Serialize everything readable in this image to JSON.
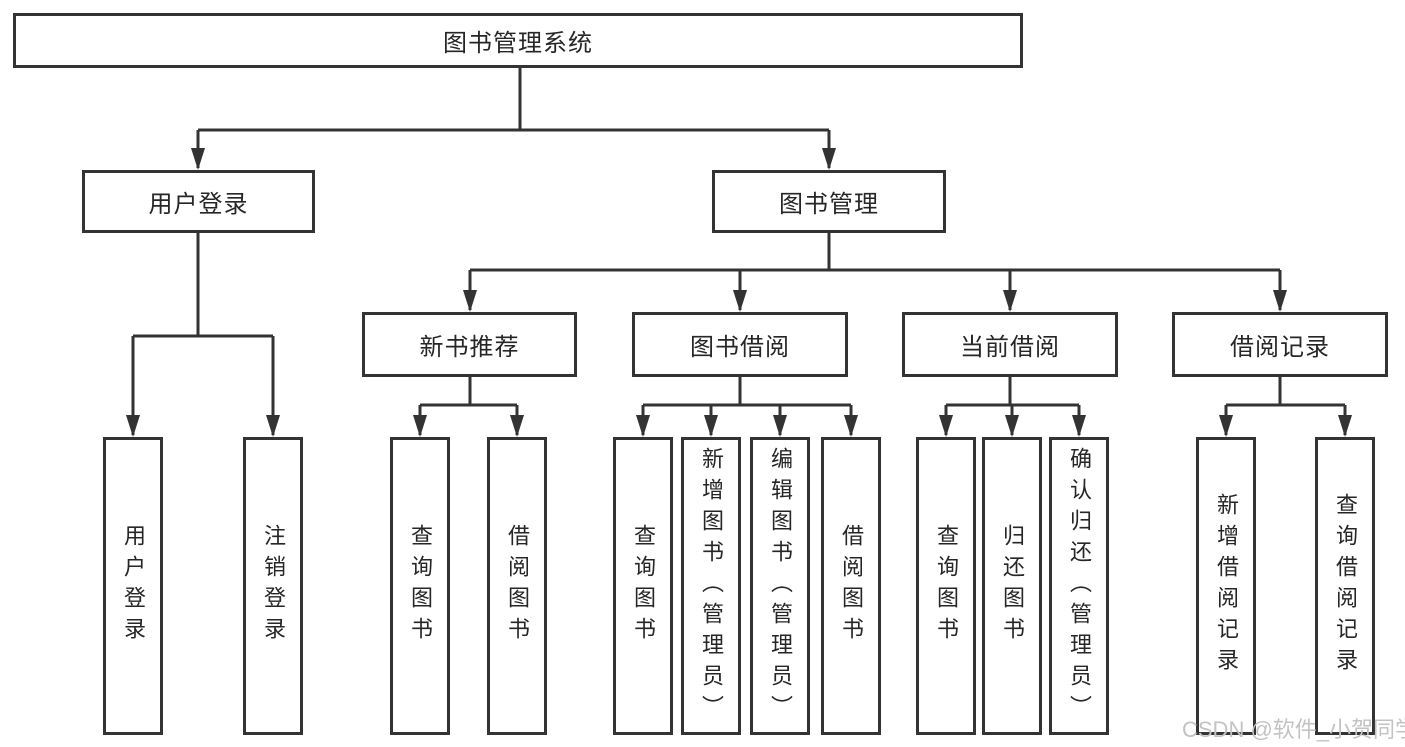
{
  "tree": {
    "root": "图书管理系统",
    "level2": [
      {
        "label": "用户登录"
      },
      {
        "label": "图书管理"
      }
    ],
    "level3": [
      {
        "label": "新书推荐"
      },
      {
        "label": "图书借阅"
      },
      {
        "label": "当前借阅"
      },
      {
        "label": "借阅记录"
      }
    ],
    "leaves": {
      "user_login": [
        "用户登录",
        "注销登录"
      ],
      "new_book": [
        "查询图书",
        "借阅图书"
      ],
      "book_borrow": [
        "查询图书",
        "新增图书（管理员）",
        "编辑图书（管理员）",
        "借阅图书"
      ],
      "current_borrow": [
        "查询图书",
        "归还图书",
        "确认归还（管理员）"
      ],
      "borrow_record": [
        "新增借阅记录",
        "查询借阅记录"
      ]
    }
  },
  "watermark": {
    "text": "CSDN @软件_小贺同学"
  },
  "colors": {
    "line": "#333333",
    "text": "#262626",
    "background": "#ffffff",
    "watermark": "#c3c3c3"
  }
}
